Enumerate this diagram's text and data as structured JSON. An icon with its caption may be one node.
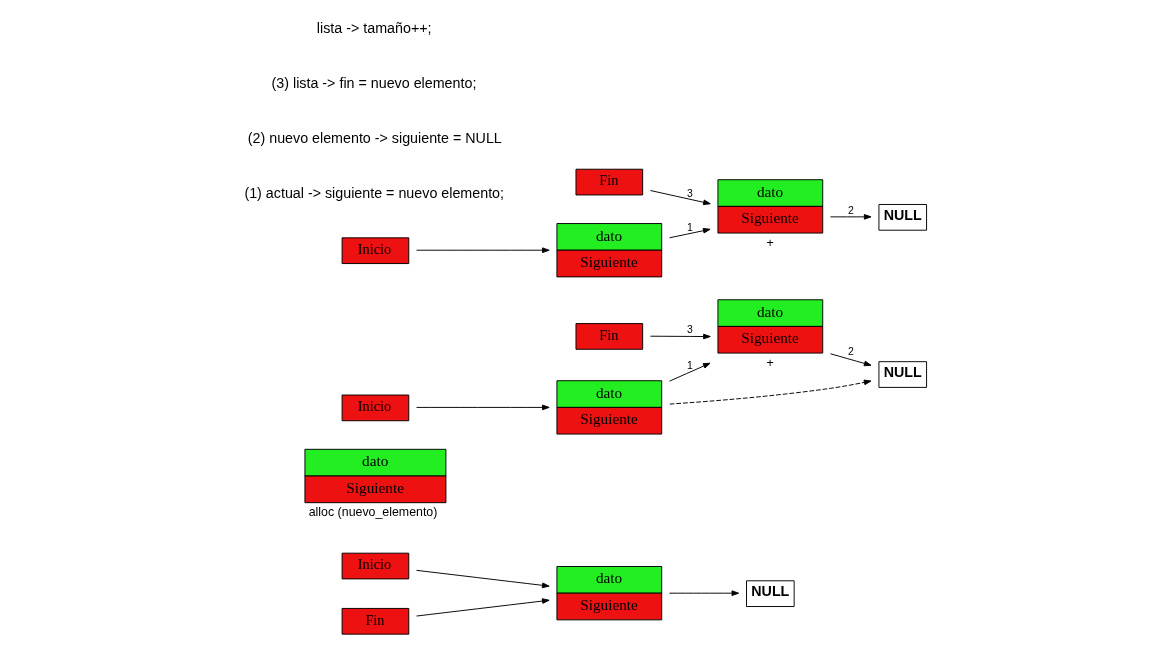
{
  "diagram": {
    "nodes": [
      {
        "text": [
          "dato",
          "Siguiente"
        ]
      },
      {
        "text": [
          "NULL"
        ]
      },
      {
        "text": [
          "Inicio"
        ]
      },
      {
        "text": [
          "Fin"
        ]
      },
      {
        "text": [
          "dato",
          "Siguiente"
        ],
        "beside": [
          "alloc (nuevo_elemento)"
        ]
      },
      {
        "text": [
          "dato",
          "Siguiente"
        ]
      },
      {
        "text": [
          "NULL"
        ]
      },
      {
        "text": [
          "dato",
          "Siguiente"
        ],
        "beside": [
          "+"
        ]
      },
      {
        "text": [
          "Inicio"
        ]
      },
      {
        "text": [
          "Fin"
        ]
      },
      {
        "text": [
          "dato",
          "Siguiente"
        ]
      },
      {
        "text": [
          "dato",
          "Siguiente"
        ],
        "beside": [
          "+"
        ]
      },
      {
        "text": [
          "NULL"
        ]
      },
      {
        "text": [
          "Inicio"
        ]
      },
      {
        "text": [
          "Fin"
        ]
      }
    ],
    "edges": [
      {
        "from": 0,
        "to": 1,
        "arrow": "to"
      },
      {
        "from": 2,
        "to": 0,
        "arrow": "to"
      },
      {
        "from": 3,
        "to": 0,
        "arrow": "to"
      },
      {
        "from": 5,
        "to": 6,
        "arrow": "to",
        "style": "dashed"
      },
      {
        "from": 5,
        "to": 7,
        "arrow": "to",
        "label": "1"
      },
      {
        "from": 7,
        "to": 6,
        "arrow": "to",
        "label": "2"
      },
      {
        "from": 8,
        "to": 5,
        "arrow": "to"
      },
      {
        "from": 9,
        "to": 7,
        "arrow": "to",
        "label": "3"
      },
      {
        "from": 10,
        "to": 11,
        "arrow": "to",
        "label": "1"
      },
      {
        "from": 11,
        "to": 12,
        "arrow": "to",
        "label": "2"
      },
      {
        "from": 13,
        "to": 10,
        "arrow": "to"
      },
      {
        "from": 14,
        "to": 11,
        "arrow": "to",
        "label": "3"
      }
    ],
    "labels": [
      "(1) actual -> siguiente = nuevo elemento;",
      "(2) nuevo elemento -> siguiente = NULL",
      "(3) lista -> fin = nuevo elemento;",
      "lista -> tamaño++;"
    ]
  }
}
